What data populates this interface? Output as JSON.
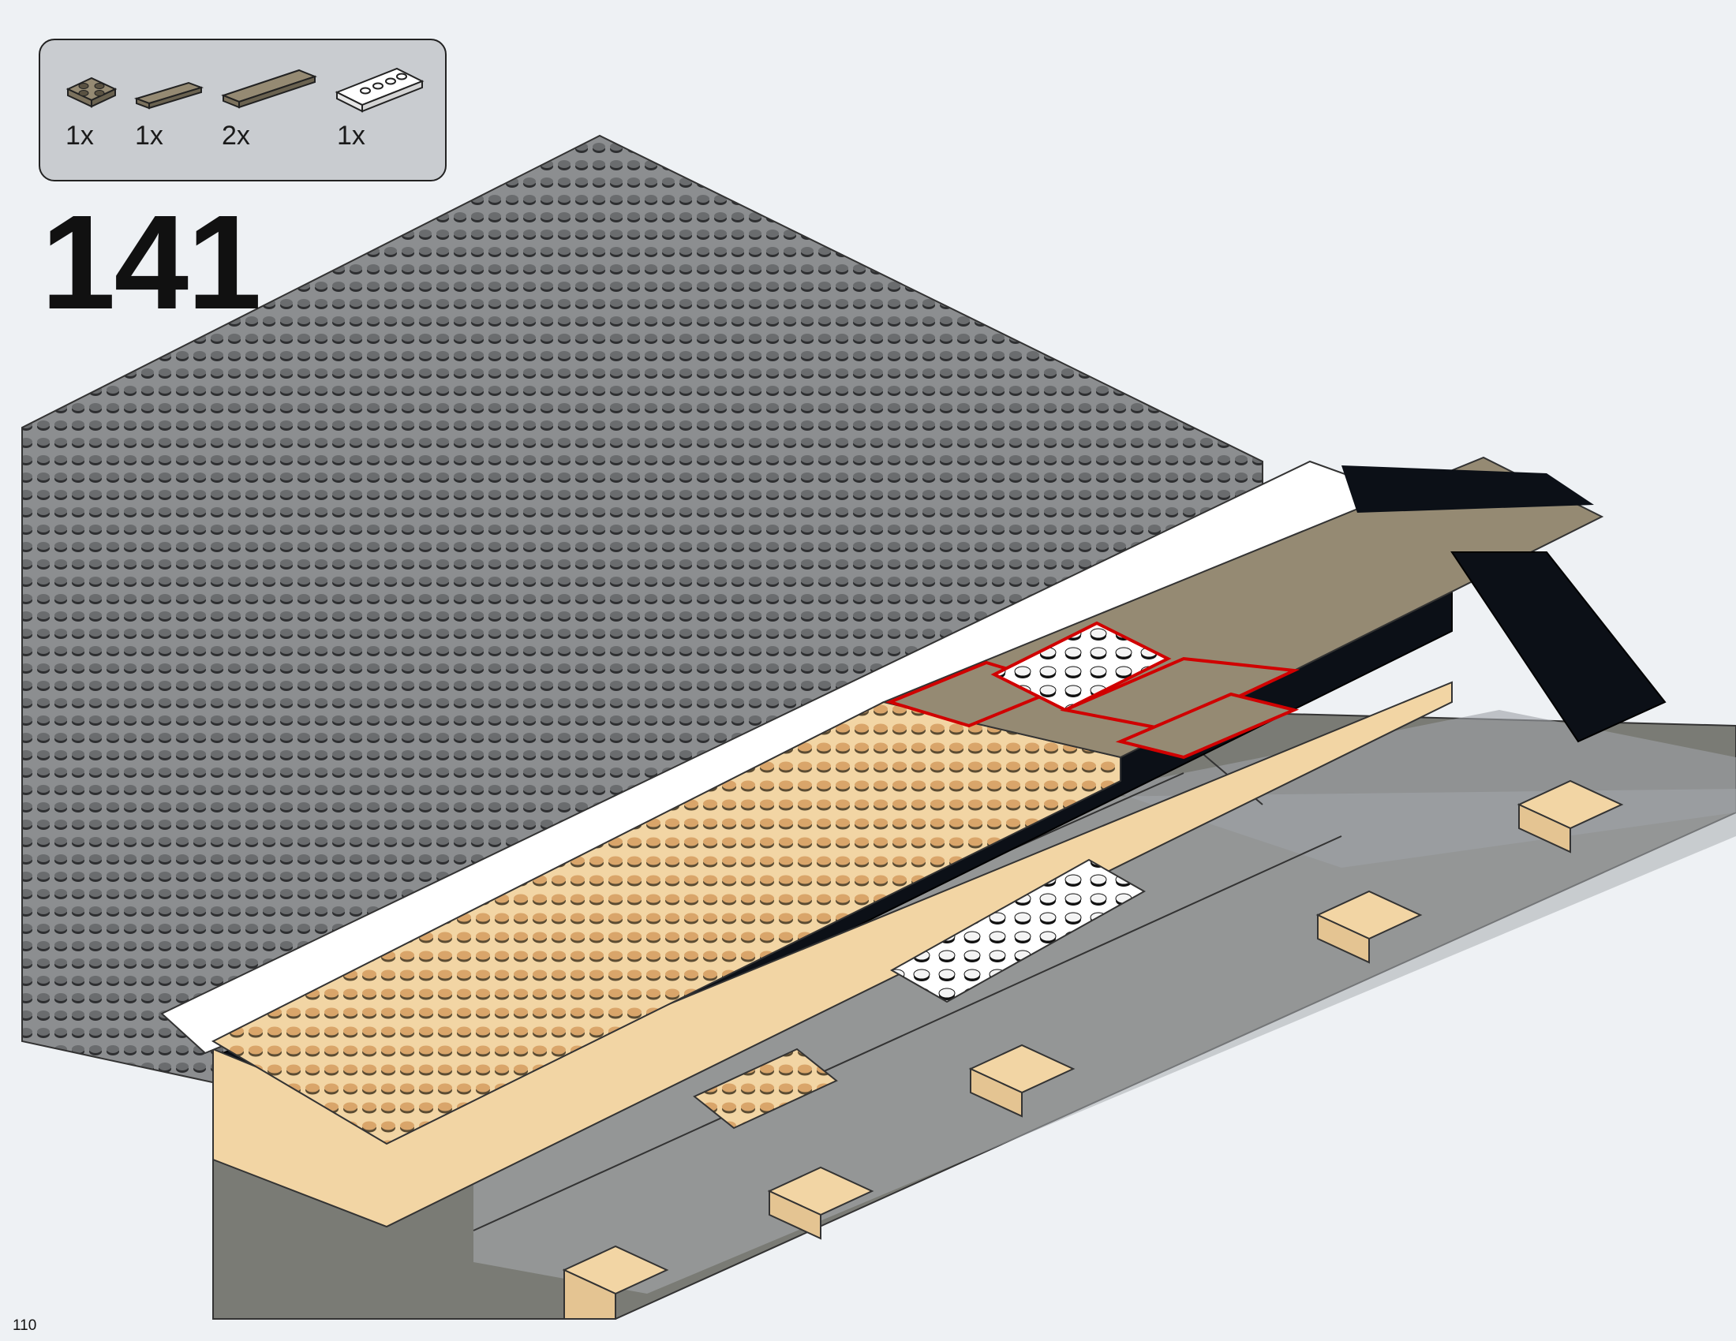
{
  "step": {
    "number": "141"
  },
  "page": {
    "number": "110"
  },
  "parts": [
    {
      "qty": "1x",
      "icon": "tan-plate-2x2-icon",
      "color": "#958a73"
    },
    {
      "qty": "1x",
      "icon": "tan-tile-1x4-icon",
      "color": "#958a73"
    },
    {
      "qty": "2x",
      "icon": "tan-tile-1x6-icon",
      "color": "#958a73"
    },
    {
      "qty": "1x",
      "icon": "white-plate-2x4-icon",
      "color": "#ffffff"
    }
  ],
  "colors": {
    "baseplate": "#8c8e90",
    "sand_tan": "#f2d5a4",
    "dark_tan": "#958a73",
    "white": "#ffffff",
    "black": "#0c1017",
    "dark_gray": "#6b6c66",
    "light_gray": "#a9adb0",
    "highlight": "#d00000",
    "background": "#eef1f4"
  }
}
